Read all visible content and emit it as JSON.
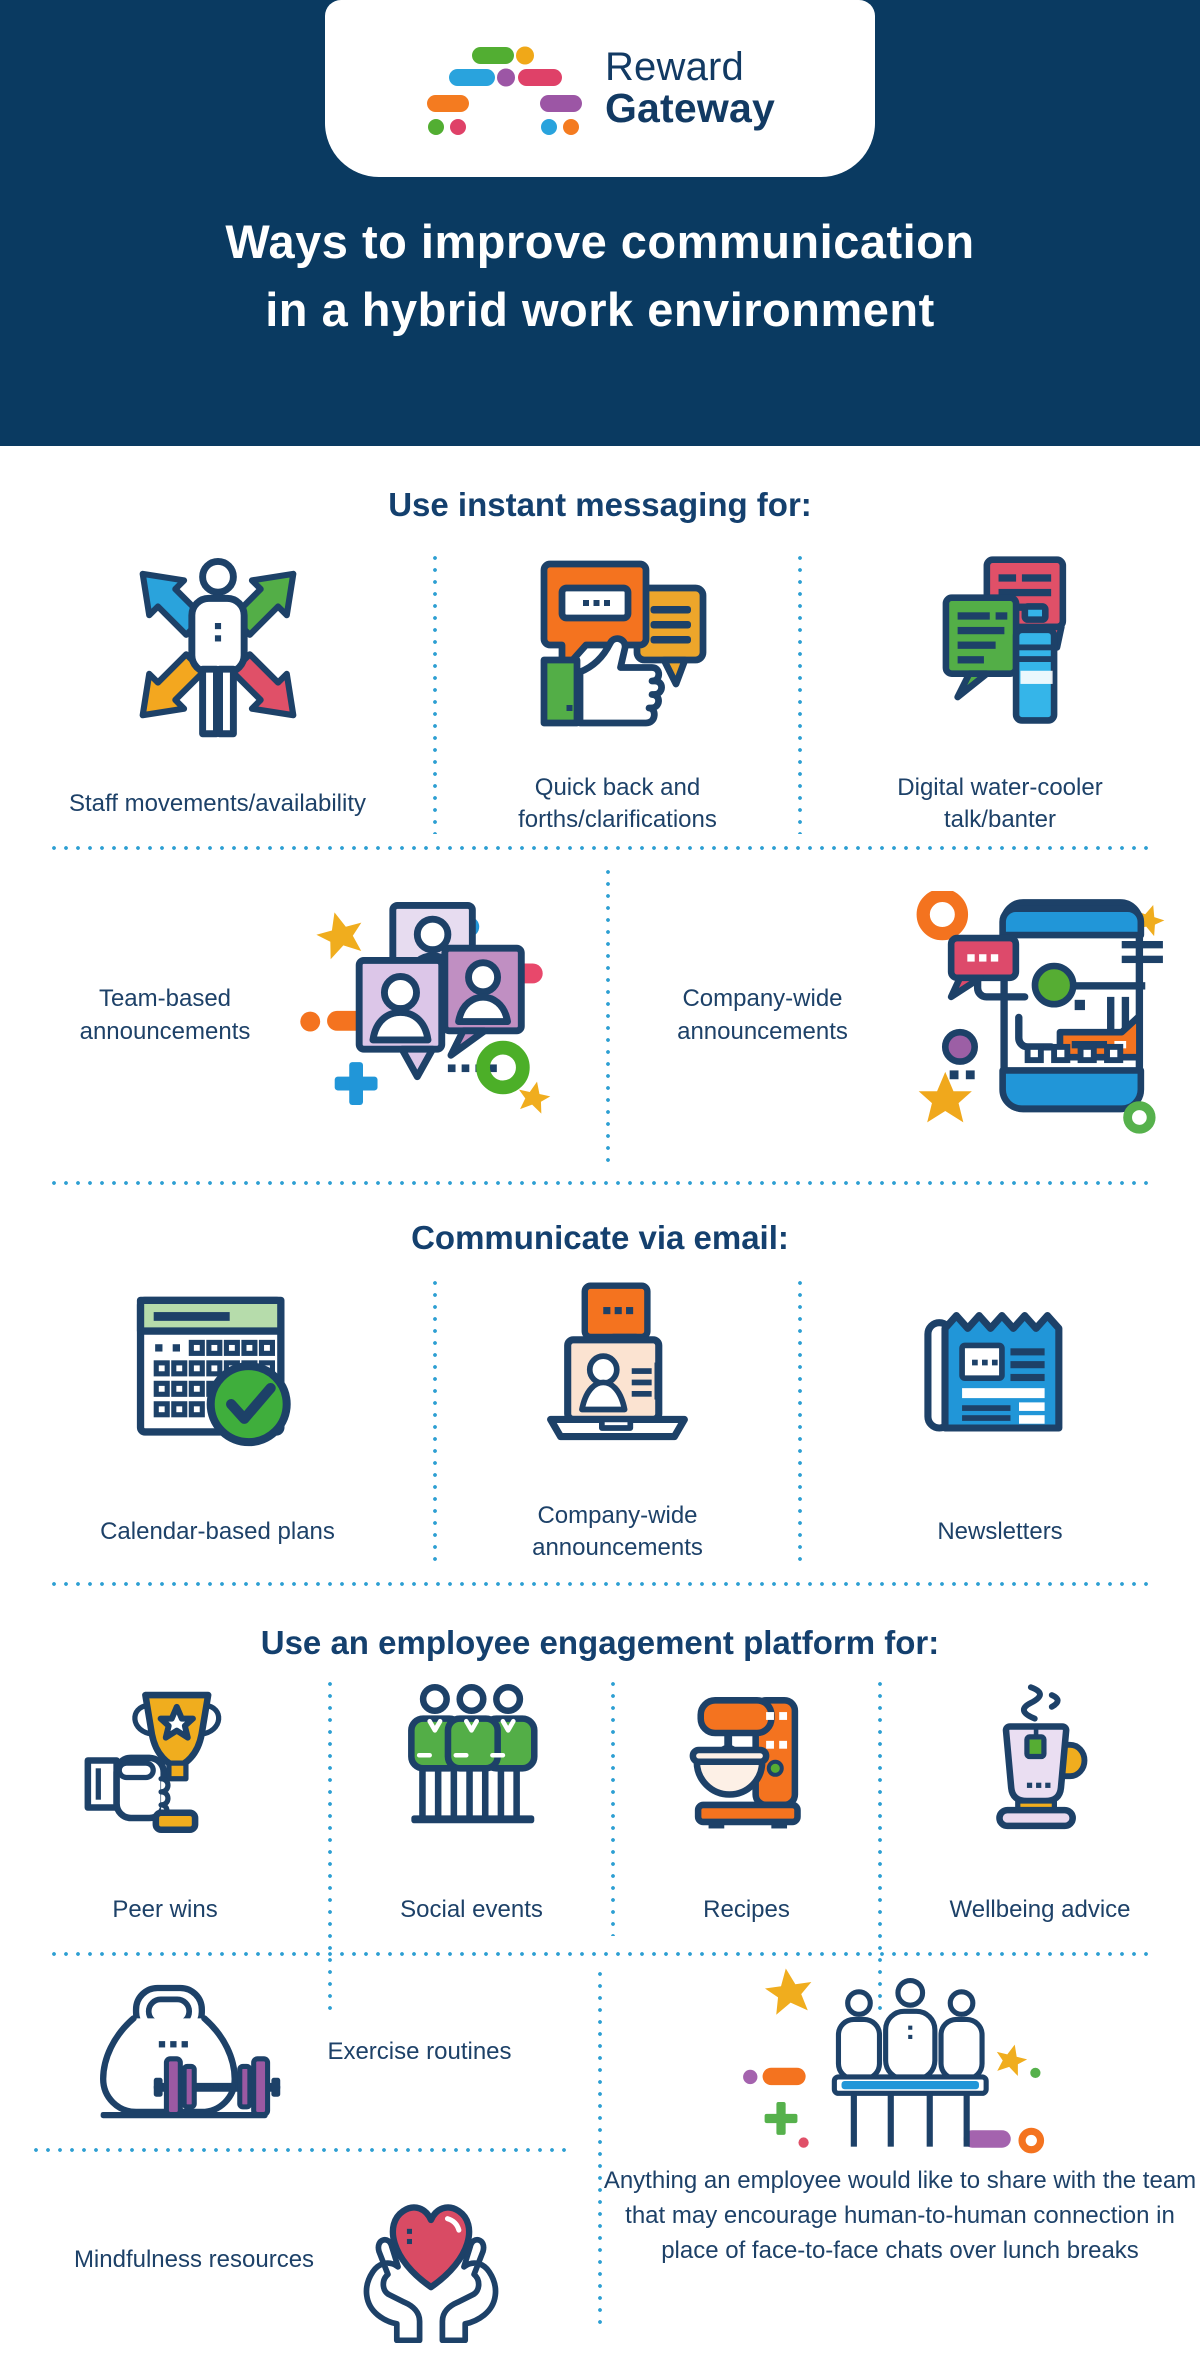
{
  "brand": {
    "line1": "Reward",
    "line2": "Gateway"
  },
  "hero": {
    "title_line1": "Ways to improve communication",
    "title_line2": "in a hybrid work environment"
  },
  "sections": {
    "instant": {
      "heading": "Use instant messaging for:",
      "row1": [
        {
          "icon": "staff-movements-icon",
          "label": "Staff movements/availability"
        },
        {
          "icon": "quick-backforth-icon",
          "label": "Quick back and forths/clarifications"
        },
        {
          "icon": "water-cooler-icon",
          "label": "Digital water-cooler talk/banter"
        }
      ],
      "row2": [
        {
          "icon": "team-announcements-icon",
          "label": "Team-based announcements"
        },
        {
          "icon": "company-announcements-phone-icon",
          "label": "Company-wide announcements"
        }
      ]
    },
    "email": {
      "heading": "Communicate via email:",
      "items": [
        {
          "icon": "calendar-icon",
          "label": "Calendar-based plans"
        },
        {
          "icon": "laptop-announcement-icon",
          "label": "Company-wide announcements"
        },
        {
          "icon": "newsletter-icon",
          "label": "Newsletters"
        }
      ]
    },
    "platform": {
      "heading": "Use an employee engagement platform for:",
      "row1": [
        {
          "icon": "trophy-icon",
          "label": "Peer wins"
        },
        {
          "icon": "social-events-icon",
          "label": "Social events"
        },
        {
          "icon": "mixer-icon",
          "label": "Recipes"
        },
        {
          "icon": "tea-cup-icon",
          "label": "Wellbeing advice"
        }
      ],
      "exercise_label": "Exercise routines",
      "mindfulness_label": "Mindfulness resources",
      "share_text": "Anything an employee would like to share with the team that may encourage human-to-human connection in place of face-to-face chats over lunch breaks"
    }
  },
  "colors": {
    "navy_bg": "#0a3a61",
    "text_navy": "#1d4168",
    "dotted_blue": "#2d9fd2",
    "orange": "#f4731f",
    "amber": "#eda62b",
    "gold": "#f0ad1e",
    "green": "#53ae47",
    "dark_green": "#3fae3c",
    "blue": "#2196d8",
    "light_blue": "#35b5e9",
    "pink_red": "#e05068",
    "purple": "#9c5fa5",
    "lilac": "#dcc6e8",
    "peach": "#fbe3d1"
  }
}
